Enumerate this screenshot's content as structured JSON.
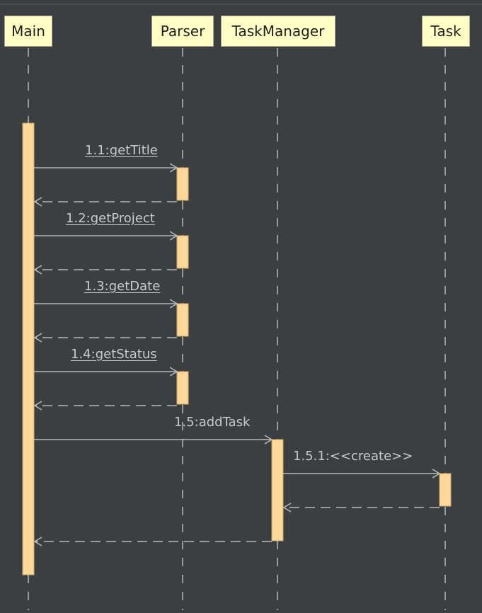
{
  "lifelines": [
    {
      "id": "main",
      "label": "Main"
    },
    {
      "id": "parser",
      "label": "Parser"
    },
    {
      "id": "taskmanager",
      "label": "TaskManager"
    },
    {
      "id": "task",
      "label": "Task"
    }
  ],
  "messages": [
    {
      "id": "m1",
      "label": "1.1:getTitle",
      "from": "main",
      "to": "parser",
      "kind": "call",
      "underline": true
    },
    {
      "id": "m1r",
      "label": "",
      "from": "parser",
      "to": "main",
      "kind": "return"
    },
    {
      "id": "m2",
      "label": "1.2:getProject",
      "from": "main",
      "to": "parser",
      "kind": "call",
      "underline": true
    },
    {
      "id": "m2r",
      "label": "",
      "from": "parser",
      "to": "main",
      "kind": "return"
    },
    {
      "id": "m3",
      "label": "1.3:getDate",
      "from": "main",
      "to": "parser",
      "kind": "call",
      "underline": true
    },
    {
      "id": "m3r",
      "label": "",
      "from": "parser",
      "to": "main",
      "kind": "return"
    },
    {
      "id": "m4",
      "label": "1.4:getStatus",
      "from": "main",
      "to": "parser",
      "kind": "call",
      "underline": true
    },
    {
      "id": "m4r",
      "label": "",
      "from": "parser",
      "to": "main",
      "kind": "return"
    },
    {
      "id": "m5",
      "label": "1.5:addTask",
      "from": "main",
      "to": "taskmanager",
      "kind": "call",
      "underline": false
    },
    {
      "id": "m6",
      "label": "1.5.1:<<create>>",
      "from": "taskmanager",
      "to": "task",
      "kind": "call",
      "underline": false
    },
    {
      "id": "m6r",
      "label": "",
      "from": "task",
      "to": "taskmanager",
      "kind": "return"
    },
    {
      "id": "m5r",
      "label": "",
      "from": "taskmanager",
      "to": "main",
      "kind": "return"
    }
  ],
  "colors": {
    "background": "#3c3f41",
    "lifeline_box": "#ffffc6",
    "activation": "#ffd899",
    "line": "#b9b9b9",
    "text": "#c9c9c9"
  }
}
